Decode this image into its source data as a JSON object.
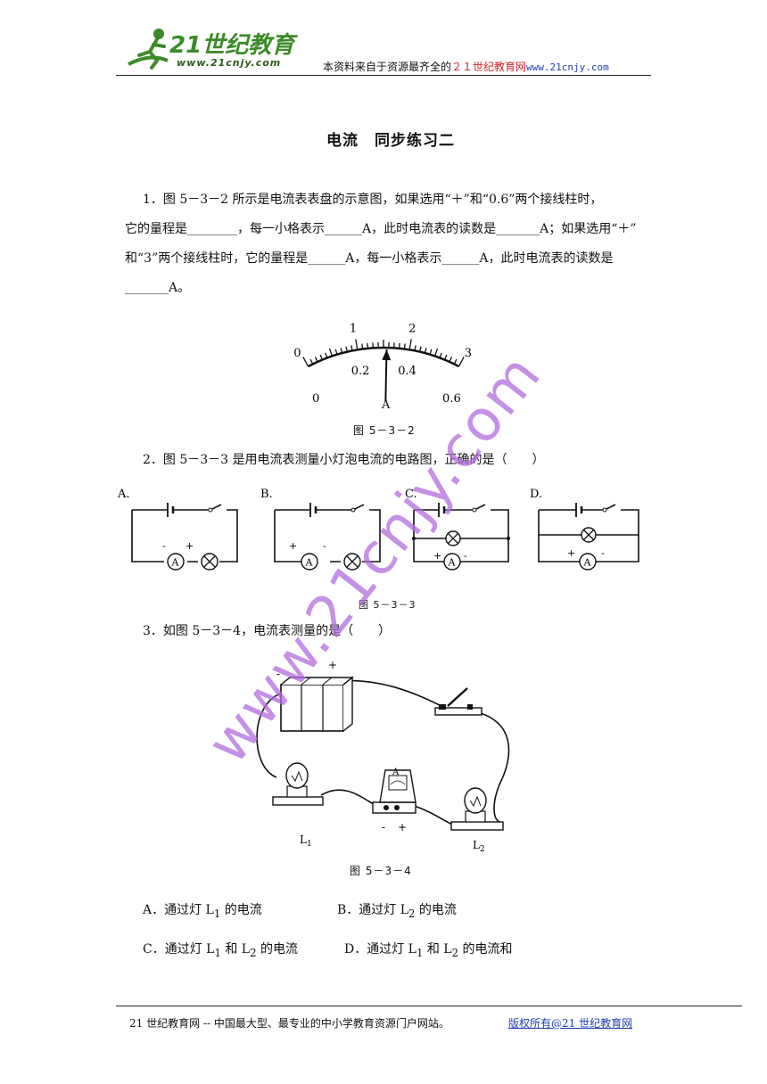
{
  "header": {
    "logo_text": "21世纪教育",
    "logo_url": "www.21cnjy.com",
    "tagline_prefix": "本资料来自于资源最齐全的",
    "tagline_red": "２１世纪教育网",
    "tagline_url": "www.21cnjy.com"
  },
  "title": "电流　同步练习二",
  "q1": {
    "line1": "1．图 5－3－2 所示是电流表表盘的示意图，如果选用“＋”和“0.6”两个接线柱时，",
    "line2": "它的量程是________，每一小格表示______A，此时电流表的读数是_______A；如果选用“＋”",
    "line3": "和“3”两个接线柱时，它的量程是______A，每一小格表示______A，此时电流表的读数是",
    "line4": "_______A。"
  },
  "meter": {
    "top_scale": [
      "0",
      "1",
      "2",
      "3"
    ],
    "bottom_scale": [
      "0",
      "0.2",
      "0.4",
      "0.6"
    ],
    "unit": "A",
    "caption": "图 5－3－2",
    "reading_fraction": 0.52
  },
  "q2": {
    "text": "2．图 5－3－3 是用电流表测量小灯泡电流的电路图，正确的是（　　）",
    "caption": "图 5－3－3",
    "circuits": [
      {
        "label": "A.",
        "left_sign": "-",
        "right_sign": "+"
      },
      {
        "label": "B.",
        "left_sign": "+",
        "right_sign": "-"
      },
      {
        "label": "C.",
        "left_sign": "+",
        "right_sign": "-"
      },
      {
        "label": "D.",
        "left_sign": "+",
        "right_sign": "-"
      }
    ],
    "ammeter_symbol": "A"
  },
  "q3": {
    "text": "3．如图 5－3－4，电流表测量的是（　　）",
    "caption": "图 5－3－4",
    "battery_minus": "-",
    "battery_plus": "+",
    "ammeter_label": "A",
    "ammeter_minus": "-",
    "ammeter_plus": "+",
    "lamp1": "L",
    "lamp1_sub": "1",
    "lamp2": "L",
    "lamp2_sub": "2"
  },
  "options": [
    {
      "pre": "A．通过灯 L",
      "sub": "1",
      "post": " 的电流",
      "sub2": "",
      "post2": ""
    },
    {
      "pre": "B．通过灯 L",
      "sub": "2",
      "post": " 的电流",
      "sub2": "",
      "post2": ""
    },
    {
      "pre": "C．通过灯 L",
      "sub": "1",
      "post": " 和 L",
      "sub2": "2",
      "post2": " 的电流"
    },
    {
      "pre": "D．通过灯 L",
      "sub": "1",
      "post": " 和 L",
      "sub2": "2",
      "post2": " 的电流和"
    }
  ],
  "watermark": "www.21cnjy.com",
  "footer": {
    "left": "21 世纪教育网 -- 中国最大型、最专业的中小学教育资源门户网站。",
    "right": "版权所有@21 世纪教育网"
  },
  "colors": {
    "logo_green": "#3d8a2a",
    "red": "#d2232a",
    "blue": "#1f3fb4",
    "watermark": "#b36be0"
  }
}
